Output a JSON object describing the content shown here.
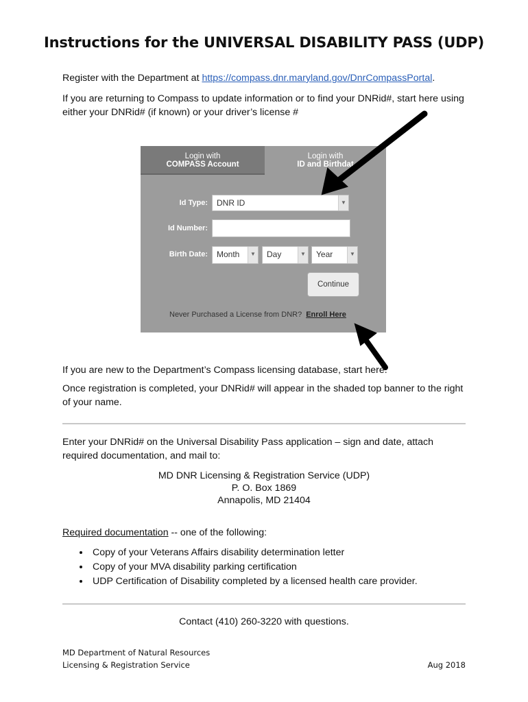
{
  "title": "Instructions for the UNIVERSAL DISABILITY PASS (UDP)",
  "register": {
    "prefix": "Register with the Department at ",
    "url": "https://compass.dnr.maryland.gov/DnrCompassPortal",
    "suffix": "."
  },
  "returning_text": "If you are returning to Compass to update information or to find your DNRid#, start here using either your DNRid# (if known) or your driver’s license #",
  "login_widget": {
    "tab1_line1": "Login with",
    "tab1_line2": "COMPASS Account",
    "tab2_line1": "Login with",
    "tab2_line2": "ID and Birthdat",
    "id_type_label": "Id Type:",
    "id_type_value": "DNR ID",
    "id_number_label": "Id Number:",
    "birth_date_label": "Birth Date:",
    "month": "Month",
    "day": "Day",
    "year": "Year",
    "continue_label": "Continue",
    "never_purchased": "Never Purchased a License from DNR?",
    "enroll_here": "Enroll Here"
  },
  "new_user_text": "If you are new to the Department’s Compass licensing database, start here.",
  "registration_text": "Once registration is completed, your DNRid# will appear in the shaded top banner to the right of your name.",
  "enter_text": "Enter your DNRid# on the Universal Disability Pass application – sign and date, attach required documentation, and mail to:",
  "address": {
    "line1": "MD DNR Licensing & Registration Service (UDP)",
    "line2": "P. O. Box 1869",
    "line3": "Annapolis, MD  21404"
  },
  "required_docs": {
    "heading": "Required documentation",
    "suffix": " -- one of the following:",
    "items": [
      "Copy of your Veterans Affairs disability determination letter",
      "Copy of your MVA disability parking certification",
      "UDP Certification of Disability completed by a licensed health care provider."
    ]
  },
  "contact": "Contact (410) 260-3220 with questions.",
  "footer": {
    "org_line1": "MD Department of Natural Resources",
    "org_line2": "Licensing & Registration Service",
    "date": "Aug 2018"
  }
}
